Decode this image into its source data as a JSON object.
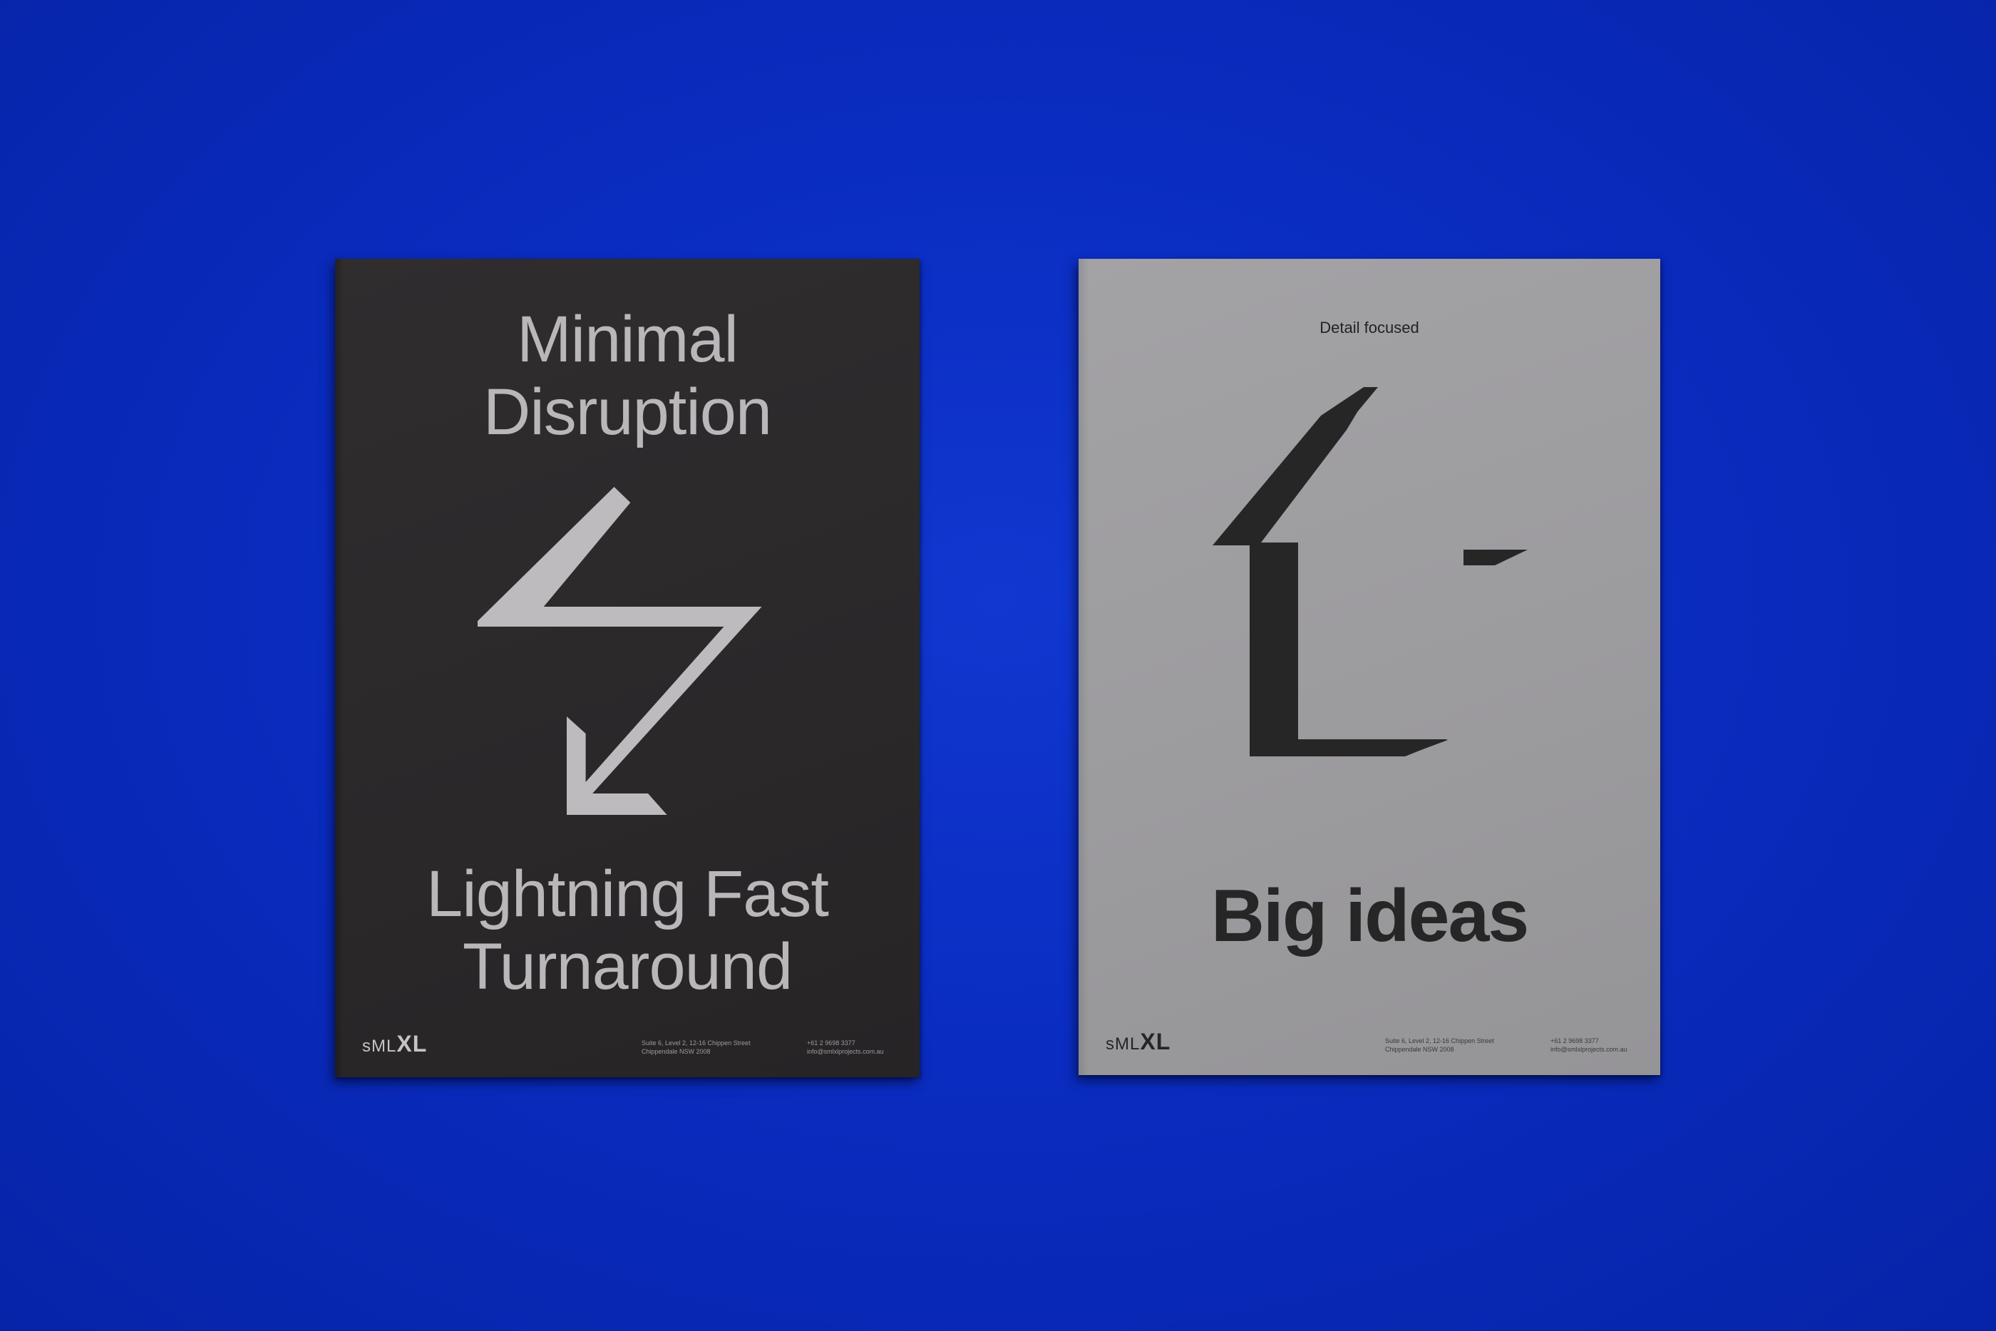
{
  "colors": {
    "background": "#0a2cc0",
    "dark_booklet": "#2c2a2b",
    "dark_booklet_ink": "#b9b7b9",
    "light_booklet": "#9e9da0",
    "light_booklet_ink": "#272627"
  },
  "dark_booklet": {
    "top_line_1": "Minimal",
    "top_line_2": "Disruption",
    "bottom_line_1": "Lightning Fast",
    "bottom_line_2": "Turnaround",
    "graphic": "lightning-arrow-icon",
    "logo_small": "sML",
    "logo_big": "XL",
    "address_line_1": "Suite 6, Level 2, 12-16 Chippen Street",
    "address_line_2": "Chippendale NSW 2008",
    "phone": "+61 2 9698 3377",
    "email": "info@smlxlprojects.com.au"
  },
  "light_booklet": {
    "label": "Detail focused",
    "headline": "Big ideas",
    "graphic": "extruded-letter-l-icon",
    "logo_small": "sML",
    "logo_big": "XL",
    "address_line_1": "Suite 6, Level 2, 12-16 Chippen Street",
    "address_line_2": "Chippendale NSW 2008",
    "phone": "+61 2 9698 3377",
    "email": "info@smlxlprojects.com.au"
  }
}
